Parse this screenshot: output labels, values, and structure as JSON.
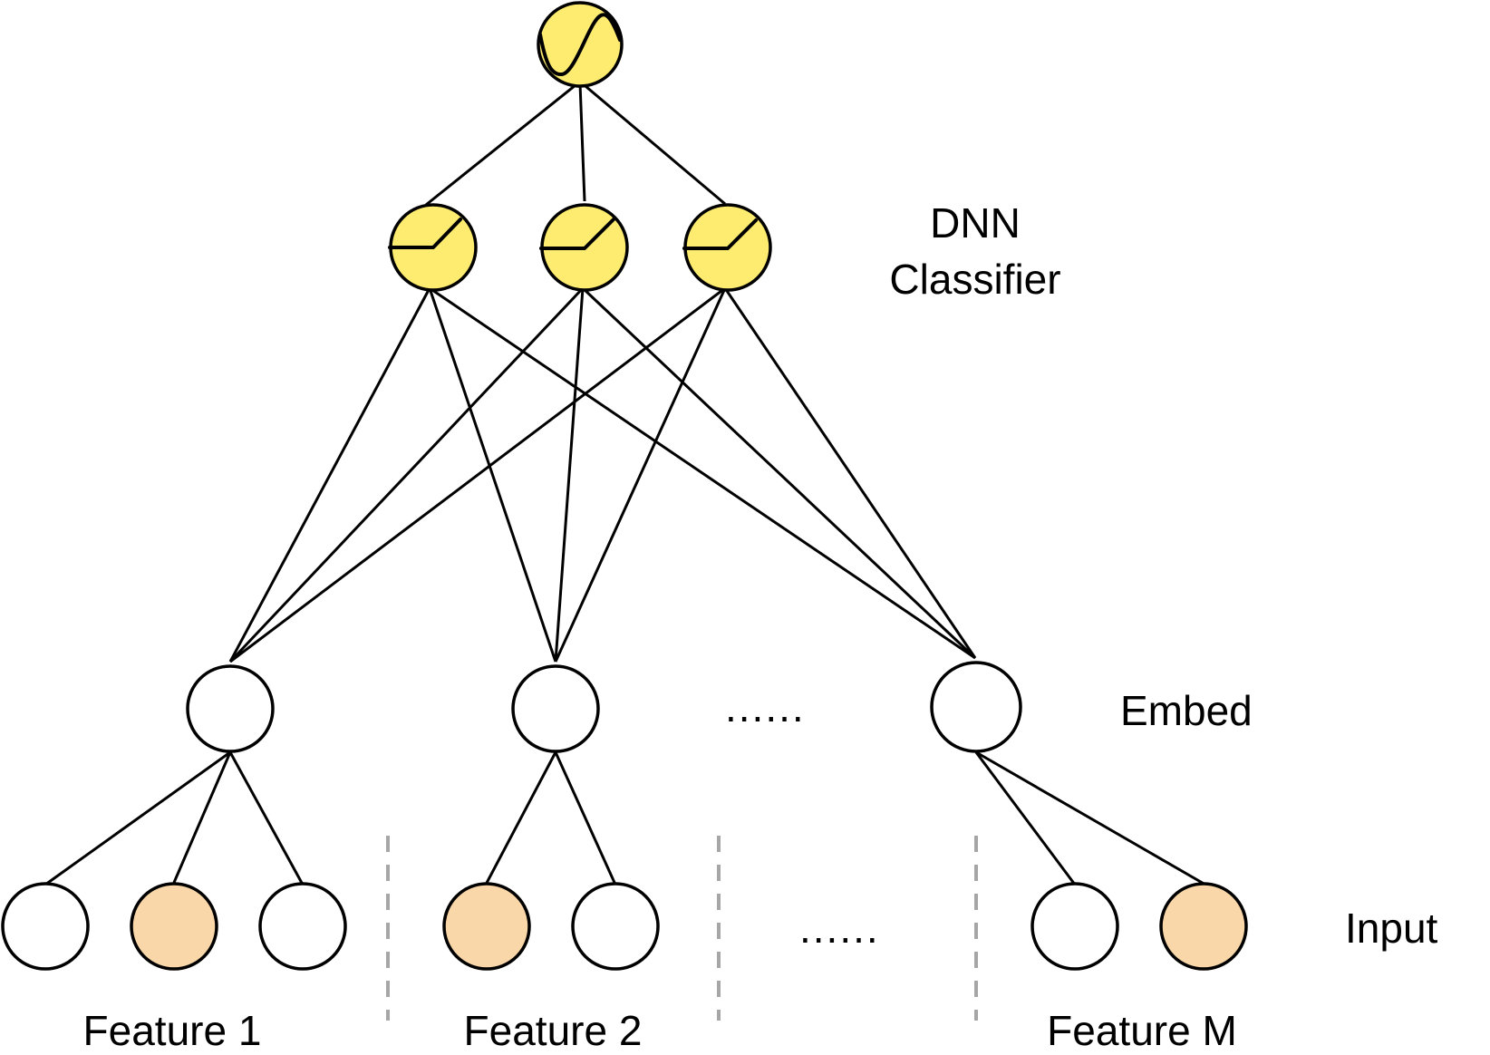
{
  "labels": {
    "dnn_line1": "DNN",
    "dnn_line2": "Classifier",
    "embed": "Embed",
    "input": "Input",
    "feature_1": "Feature 1",
    "feature_2": "Feature 2",
    "feature_m": "Feature M",
    "ellipsis_embed": "......",
    "ellipsis_input": "......"
  },
  "colors": {
    "activation_fill": "#fdec6f",
    "active_input_fill": "#fad7a9",
    "inactive_fill": "#ffffff",
    "separator": "#a6a6a6"
  },
  "input_groups": [
    {
      "feature": "Feature 1",
      "active": [
        false,
        true,
        false
      ]
    },
    {
      "feature": "Feature 2",
      "active": [
        true,
        false
      ]
    },
    {
      "feature": "Feature M",
      "active": [
        false,
        true
      ]
    }
  ]
}
